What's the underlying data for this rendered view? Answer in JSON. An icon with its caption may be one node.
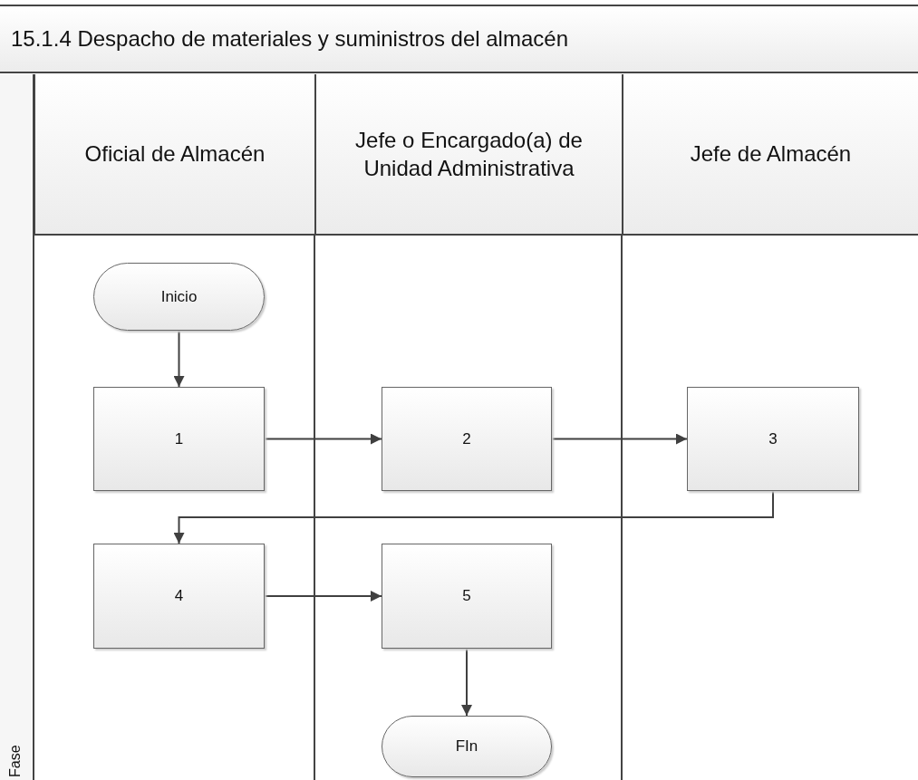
{
  "diagram": {
    "title": "15.1.4 Despacho de materiales y suministros del almacén",
    "nodes": [
      {
        "text": [
          "Oficial de Almacén"
        ]
      },
      {
        "text": [
          "Jefe o Encargado(a) de Unidad Administrativa"
        ]
      },
      {
        "text": [
          "Jefe de Almacén"
        ]
      },
      {
        "text": [
          "Inicio"
        ]
      },
      {
        "text": [
          "1"
        ]
      },
      {
        "text": [
          "2"
        ]
      },
      {
        "text": [
          "3"
        ]
      },
      {
        "text": [
          "4"
        ]
      },
      {
        "text": [
          "5"
        ]
      },
      {
        "text": [
          "FIn"
        ]
      }
    ],
    "edges": [
      {
        "from": 3,
        "to": 4,
        "arrow": "to"
      },
      {
        "from": 4,
        "to": 5,
        "arrow": "to"
      },
      {
        "from": 5,
        "to": 6,
        "arrow": "to"
      },
      {
        "from": 6,
        "to": 7,
        "arrow": "to"
      },
      {
        "from": 7,
        "to": 8,
        "arrow": "to"
      },
      {
        "from": 8,
        "to": 9,
        "arrow": "to"
      }
    ],
    "labels": [
      "Fase"
    ]
  }
}
